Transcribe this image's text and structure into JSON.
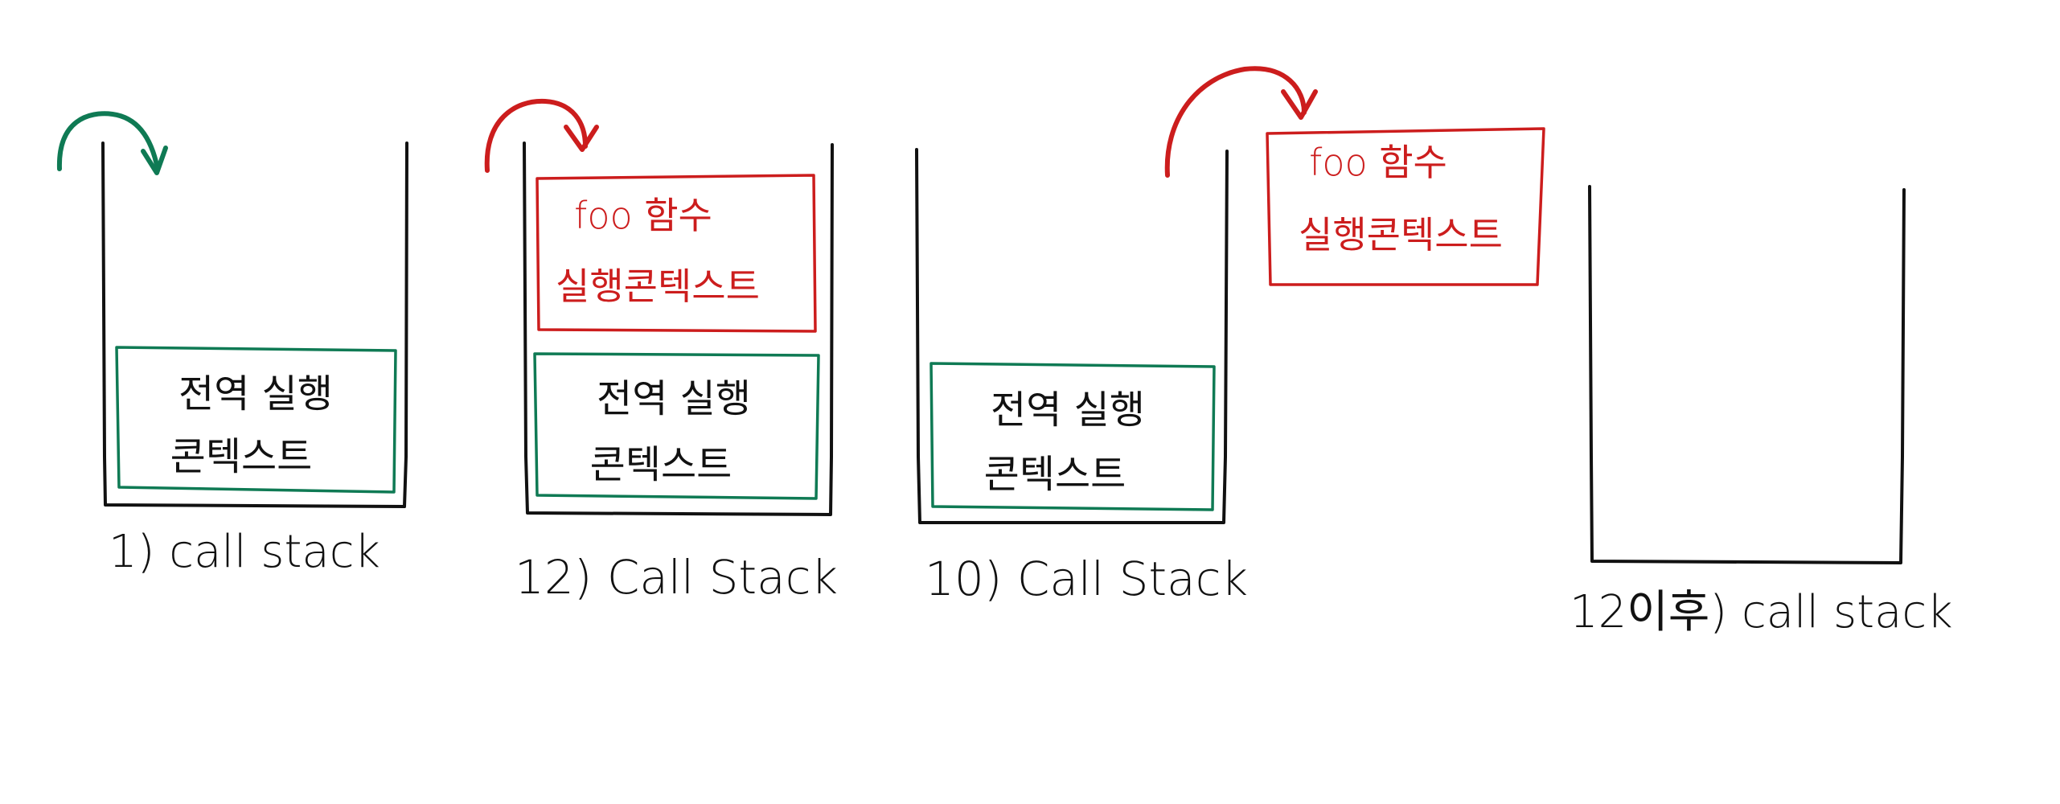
{
  "colors": {
    "ink": "#111111",
    "global_context": "#0f7a54",
    "function_context": "#cc1d1d",
    "background": "#ffffff"
  },
  "panels": [
    {
      "caption": "1) call stack",
      "arrow_color": "#0f7a54",
      "global_context": {
        "line1": "전역 실행",
        "line2": "콘텍스트"
      }
    },
    {
      "caption": "12) Call Stack",
      "arrow_color": "#cc1d1d",
      "function_context": {
        "line1": "foo 함수",
        "line2": "실행콘텍스트"
      },
      "global_context": {
        "line1": "전역 실행",
        "line2": "콘텍스트"
      }
    },
    {
      "caption": "10) Call Stack",
      "arrow_color": "#cc1d1d",
      "popped_context": {
        "line1": "foo 함수",
        "line2": "실행콘텍스트"
      },
      "global_context": {
        "line1": "전역 실행",
        "line2": "콘텍스트"
      }
    },
    {
      "caption": "12이후) call stack"
    }
  ]
}
